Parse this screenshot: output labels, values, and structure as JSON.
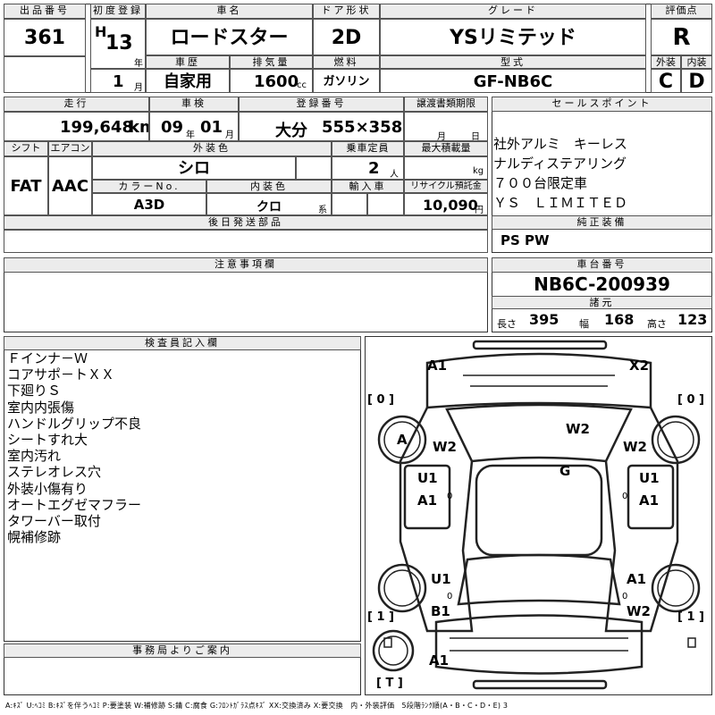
{
  "header": {
    "lot_no_label": "出品番号",
    "lot_no": "361",
    "first_reg_label": "初度登録",
    "era": "H",
    "year": "13",
    "year_unit": "年",
    "month": "1",
    "month_unit": "月",
    "car_name_label": "車名",
    "car_name": "ロードスター",
    "door_label": "ドア形状",
    "door": "2D",
    "grade_label": "グレード",
    "grade": "YSリミテッド",
    "score_label": "評価点",
    "score": "R",
    "history_label": "車歴",
    "history": "自家用",
    "displacement_label": "排気量",
    "displacement": "1600",
    "displacement_unit": "cc",
    "fuel_label": "燃料",
    "fuel": "ガソリン",
    "model_label": "型式",
    "model": "GF-NB6C",
    "ext_label": "外装",
    "ext": "C",
    "int_label": "内装",
    "int": "D"
  },
  "specs": {
    "mileage_label": "走行",
    "mileage": "199,648",
    "mileage_unit": "km",
    "inspection_label": "車検",
    "insp_year": "09",
    "insp_year_unit": "年",
    "insp_month": "01",
    "insp_month_unit": "月",
    "plate_label": "登録番号",
    "plate_area": "大分",
    "plate_no": "555×358",
    "transfer_label": "譲渡書類期限",
    "transfer_month": "月",
    "transfer_day": "日",
    "shift_label": "シフト",
    "shift": "FAT",
    "ac_label": "エアコン",
    "ac": "AAC",
    "color_label": "外装色",
    "color": "シロ",
    "capacity_label": "乗車定員",
    "capacity": "2",
    "capacity_unit": "人",
    "load_label": "最大積載量",
    "load_unit": "kg",
    "color_no_label": "カラーNo.",
    "color_no": "A3D",
    "int_color_label": "内装色",
    "int_color": "クロ",
    "int_color_unit": "系",
    "import_label": "輸入車",
    "recycle_label": "リサイクル預託金",
    "recycle": "10,090",
    "recycle_unit": "円",
    "later_label": "後日発送部品"
  },
  "sales": {
    "label": "セールスポイント",
    "lines": [
      "社外アルミ　キーレス",
      "ナルディステアリング",
      "７００台限定車",
      "ＹＳ　ＬＩＭＩＴＥＤ"
    ],
    "equip_label": "純正装備",
    "equip": "PS PW"
  },
  "notes": {
    "label": "注意事項欄"
  },
  "chassis": {
    "label": "車台番号",
    "number": "NB6C-200939",
    "dims_label": "諸元",
    "length_label": "長さ",
    "length": "395",
    "width_label": "幅",
    "width": "168",
    "height_label": "高さ",
    "height": "123"
  },
  "inspector": {
    "label": "検査員記入欄",
    "lines": [
      "Ｆインナ－Ｗ",
      "コアサポ－トＸＸ",
      "下廻りＳ",
      "室内内張傷",
      "ハンドルグリップ不良",
      "シートすれ大",
      "室内汚れ",
      "ステレオレス穴",
      "外装小傷有り",
      "オートエグゼマフラー",
      "タワーバー取付",
      "幌補修跡"
    ]
  },
  "office": {
    "label": "事務局よりご案内"
  },
  "diagram": {
    "marks": [
      "A1",
      "X2",
      "[ 0 ]",
      "[ 0 ]",
      "A",
      "W2",
      "W2",
      "W2",
      "G",
      "U1",
      "A1",
      "U1",
      "A1",
      "U1",
      "A1",
      "B1",
      "W2",
      "[ 1 ]",
      "[ 1 ]",
      "A1",
      "[ T ]"
    ],
    "zero_marks": [
      "0",
      "0",
      "0",
      "0"
    ]
  },
  "legend": "A:ｷｽﾞ U:ﾍｺﾐ B:ｷｽﾞを伴うﾍｺﾐ P:要塗装 W:補修跡 S:錆 C:腐食 G:ﾌﾛﾝﾄｶﾞﾗｽ点ｷｽﾞ XX:交換済み X:要交換　内・外装評価　5段階ﾗﾝｸ順(A・B・C・D・E) 3"
}
